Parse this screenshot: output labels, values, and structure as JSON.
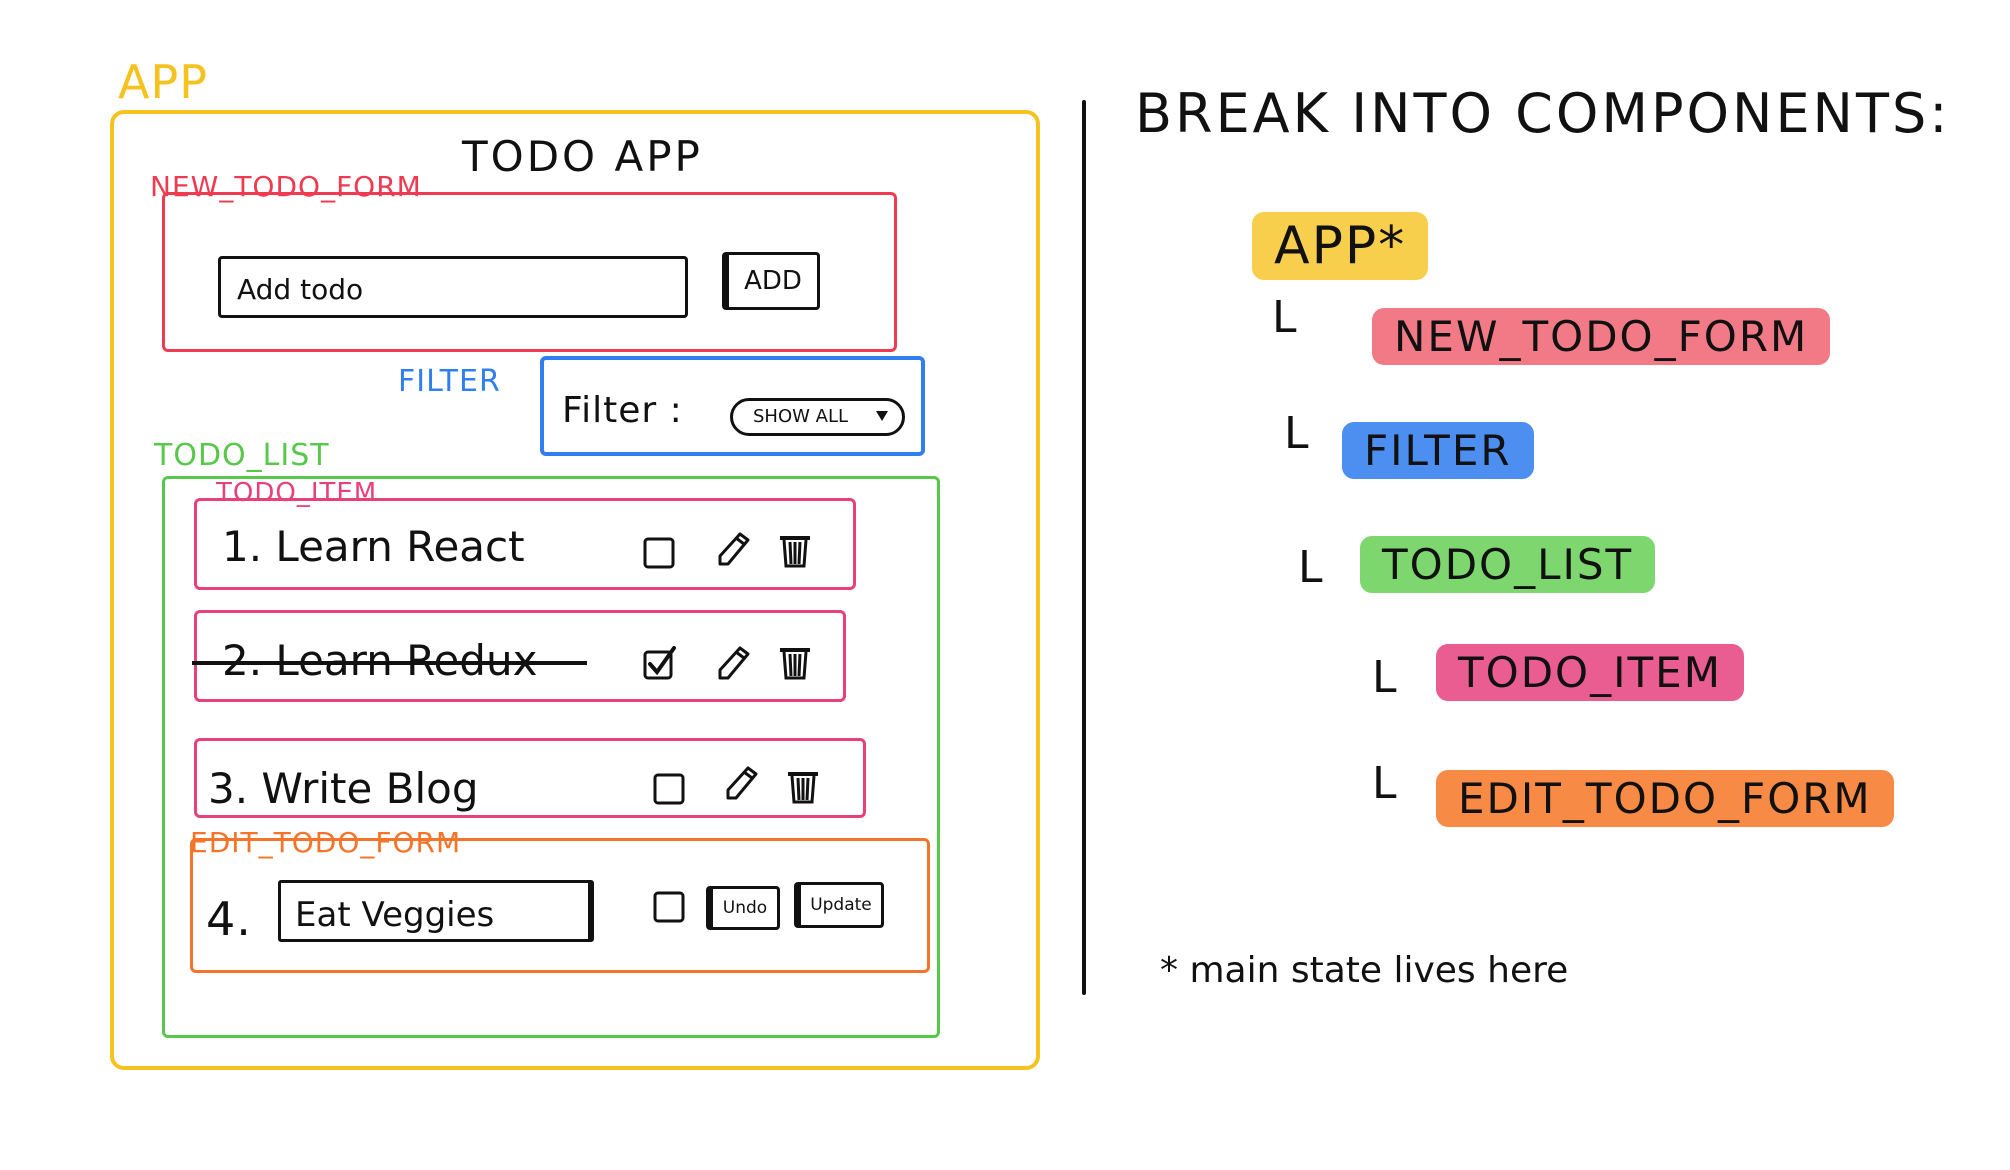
{
  "left": {
    "app_label": "APP",
    "app_title": "TODO APP",
    "new_todo_form": {
      "label": "NEW_TODO_FORM",
      "input_placeholder": "Add todo",
      "add_button": "ADD"
    },
    "filter": {
      "label": "FILTER",
      "text": "Filter :",
      "select_value": "SHOW ALL"
    },
    "todo_list": {
      "label": "TODO_LIST",
      "todo_item_label": "TODO_ITEM",
      "items": [
        {
          "text": "1. Learn React",
          "completed": false
        },
        {
          "text": "2. Learn Redux",
          "completed": true
        },
        {
          "text": "3. Write Blog",
          "completed": false
        }
      ]
    },
    "edit_todo_form": {
      "label": "EDIT_TODO_FORM",
      "number": "4.",
      "input_value": "Eat Veggies",
      "undo_button": "Undo",
      "update_button": "Update"
    }
  },
  "right": {
    "title": "BREAK INTO COMPONENTS:",
    "components": [
      {
        "name": "APP*",
        "color": "#f7cf4c"
      },
      {
        "name": "NEW_TODO_FORM",
        "color": "#f27a86"
      },
      {
        "name": "FILTER",
        "color": "#4d8ff0"
      },
      {
        "name": "TODO_LIST",
        "color": "#7dd66e"
      },
      {
        "name": "TODO_ITEM",
        "color": "#ea5d90"
      },
      {
        "name": "EDIT_TODO_FORM",
        "color": "#f78a45"
      }
    ],
    "nest_marker": "L",
    "note": "* main state lives here"
  },
  "colors": {
    "app": "#f5c21f",
    "new_todo_form": "#ef3b52",
    "filter": "#2f7ff0",
    "todo_list": "#58c84a",
    "todo_item": "#e8417a",
    "edit_todo_form": "#f4742a"
  },
  "icons": [
    "checkbox-icon",
    "checked-checkbox-icon",
    "pencil-icon",
    "trash-icon",
    "chevron-down-icon"
  ]
}
